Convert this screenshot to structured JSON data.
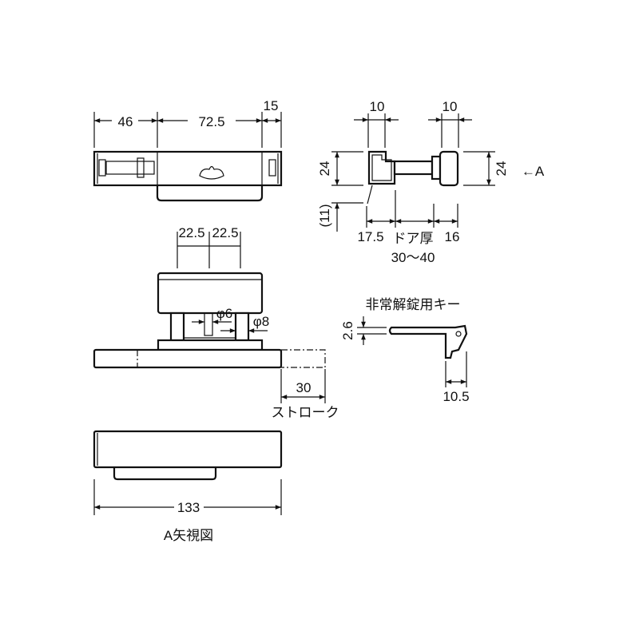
{
  "top_view": {
    "dim_left": "46",
    "dim_mid": "72.5",
    "dim_right": "15"
  },
  "front_view": {
    "dim_a": "22.5",
    "dim_b": "22.5",
    "dia_pin": "φ6",
    "dia_post": "φ8",
    "stroke_value": "30",
    "stroke_label": "ストローク"
  },
  "bottom_view": {
    "dim_width": "133",
    "caption": "A矢視図"
  },
  "side_view": {
    "dim_top_left": "10",
    "dim_top_right": "10",
    "dim_height_left": "24",
    "dim_lower_left": "(11)",
    "dim_height_right": "24",
    "view_arrow": "←A",
    "dim_bottom_left": "17.5",
    "door_label": "ドア厚",
    "door_range": "30〜40",
    "dim_bottom_right": "16"
  },
  "key": {
    "title": "非常解錠用キー",
    "dim_thickness": "2.6",
    "dim_width": "10.5"
  }
}
